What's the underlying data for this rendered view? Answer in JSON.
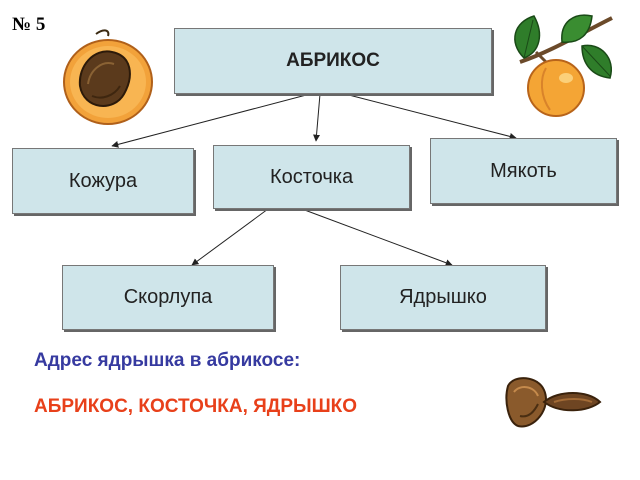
{
  "slide_number": "№ 5",
  "diagram": {
    "root": "АБРИКОС",
    "level1": [
      "Кожура",
      "Косточка",
      "Мякоть"
    ],
    "level2": [
      "Скорлупа",
      "Ядрышко"
    ]
  },
  "address": {
    "caption": "Адрес ядрышка в абрикосе:",
    "path": "АБРИКОС, КОСТОЧКА, ЯДРЫШКО"
  },
  "colors": {
    "box_fill": "#cfe5ea",
    "caption": "#363aa0",
    "path": "#e8401a"
  },
  "icons": [
    "apricot-half-icon",
    "apricot-branch-icon",
    "opened-pit-icon"
  ]
}
